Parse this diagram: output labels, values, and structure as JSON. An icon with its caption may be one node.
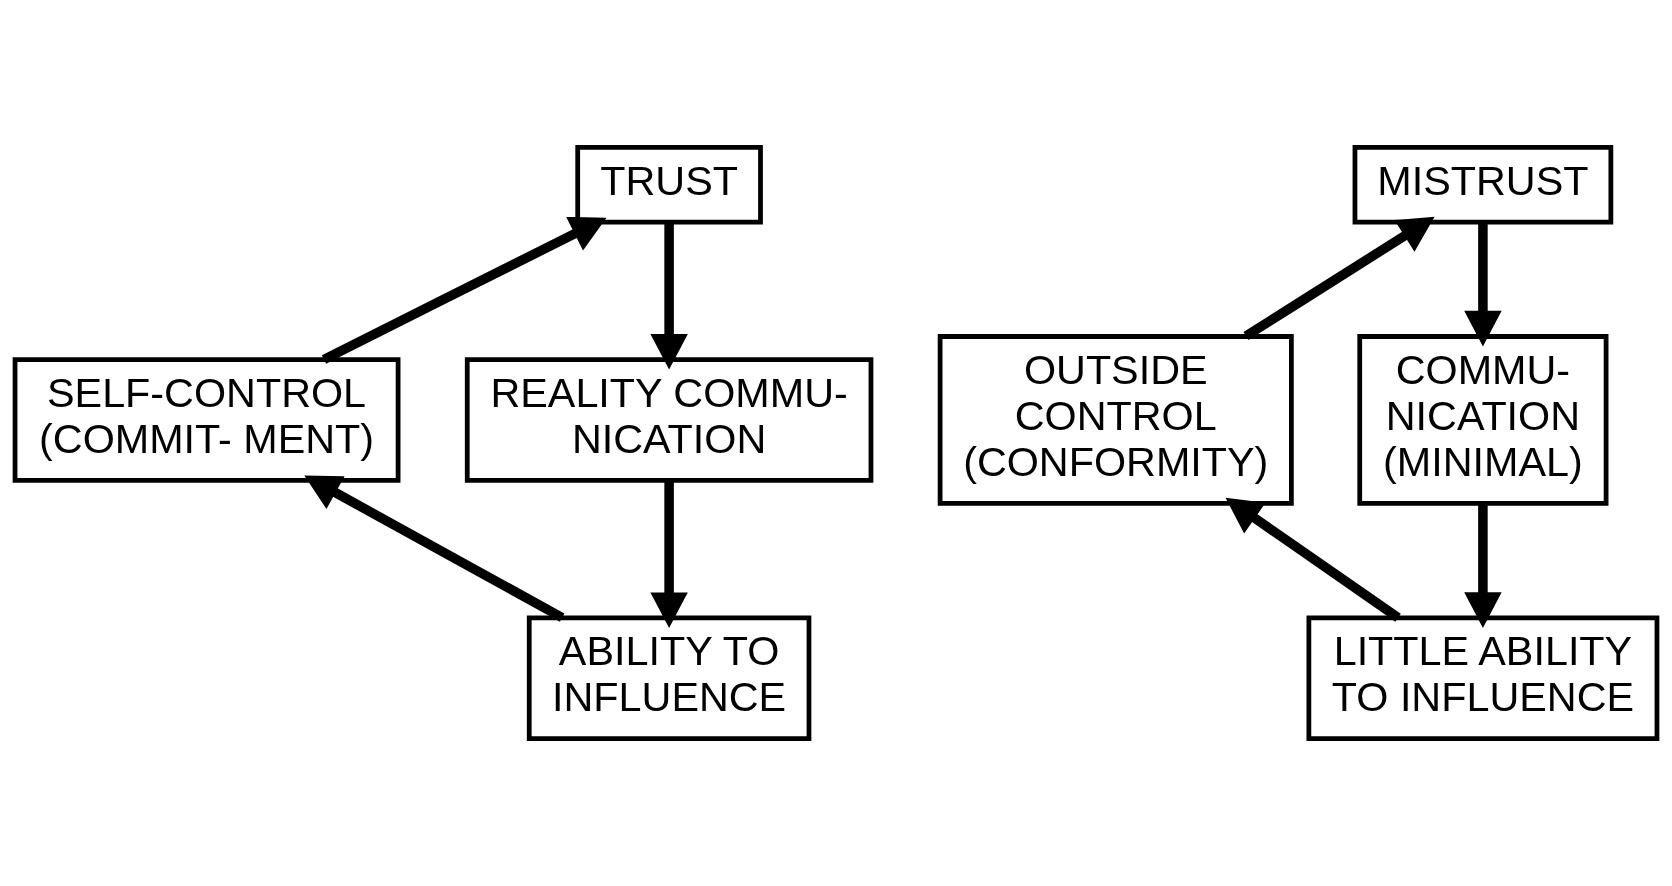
{
  "diagram": {
    "nodes": [
      {
        "text": [
          "TRUST"
        ]
      },
      {
        "text": [
          "SELF-CONTROL (COMMIT- MENT)"
        ]
      },
      {
        "text": [
          "REALITY COMMU- NICATION"
        ]
      },
      {
        "text": [
          "ABILITY TO INFLUENCE"
        ]
      },
      {
        "text": [
          "MISTRUST"
        ]
      },
      {
        "text": [
          "OUTSIDE CONTROL (CONFORMITY)"
        ]
      },
      {
        "text": [
          "COMMU- NICATION (MINIMAL)"
        ]
      },
      {
        "text": [
          "LITTLE ABILITY TO INFLUENCE"
        ]
      }
    ],
    "edges": [
      {
        "from": 0,
        "to": 2,
        "arrow": "to"
      },
      {
        "from": 2,
        "to": 3,
        "arrow": "to"
      },
      {
        "from": 3,
        "to": 1,
        "arrow": "to"
      },
      {
        "from": 1,
        "to": 0,
        "arrow": "to"
      },
      {
        "from": 4,
        "to": 6,
        "arrow": "to"
      },
      {
        "from": 6,
        "to": 7,
        "arrow": "to"
      },
      {
        "from": 7,
        "to": 5,
        "arrow": "to"
      },
      {
        "from": 5,
        "to": 4,
        "arrow": "to"
      }
    ]
  }
}
